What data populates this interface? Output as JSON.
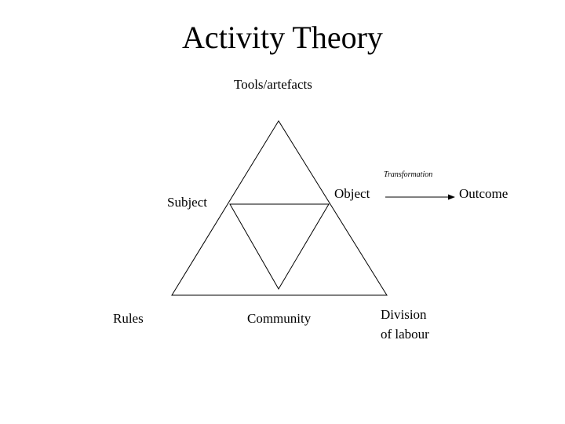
{
  "title": "Activity Theory",
  "nodes": {
    "tools": "Tools/artefacts",
    "subject": "Subject",
    "object": "Object",
    "outcome": "Outcome",
    "rules": "Rules",
    "community": "Community",
    "division_line1": "Division",
    "division_line2": "of labour"
  },
  "edge_label": "Transformation",
  "colors": {
    "stroke": "#000000",
    "background": "#ffffff"
  }
}
